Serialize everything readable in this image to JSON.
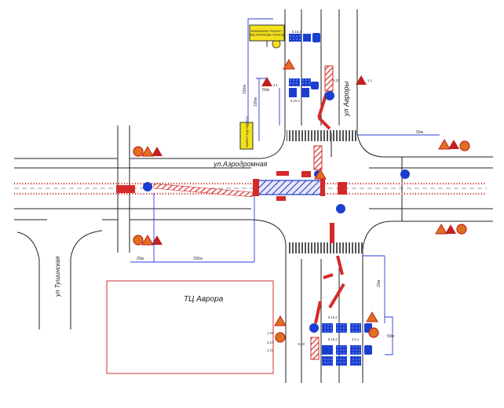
{
  "streets": {
    "aerodromnaya": "ул.Аэродромная",
    "avrory": "ул Авроры",
    "tushinskaya": "ул Тушинская"
  },
  "mall": {
    "label": "ТЦ  Аврора"
  },
  "dimensions": {
    "d150": "150м",
    "d100": "100м",
    "d50_top": "50м",
    "d50_right": "50м",
    "d20_bottom": "20м",
    "d50_bottom": "50м",
    "d20_left": "20м",
    "d200": "200м"
  },
  "info_boards": {
    "top": "ВНИМАНИЕ! РЕМОНТ\nЖ/Д ПЕРЕЕЗДА\nОБЪЕЗД",
    "side": "ЗАКРЫТ Ж/Д ПЕРЕЕЗД"
  },
  "sign_codes": {
    "s1_23": "1.23",
    "s1_25": "1.25",
    "s3_24": "3.24",
    "s3_20": "3.20",
    "s5_15_2": "5.15.2",
    "s4_2_1": "4.2.1",
    "s8_22": "8.22",
    "s3_1": "3.1",
    "s1_1": "1.1"
  },
  "colors": {
    "road_line": "#222222",
    "rail": "#cc2222",
    "barrier_red": "#d42a2a",
    "signal_blue": "#1a3fd0",
    "cone_orange": "#e07020",
    "dim_blue": "#2a3fd8",
    "board_yellow": "#f3e21b",
    "mall_border": "#d03030"
  }
}
